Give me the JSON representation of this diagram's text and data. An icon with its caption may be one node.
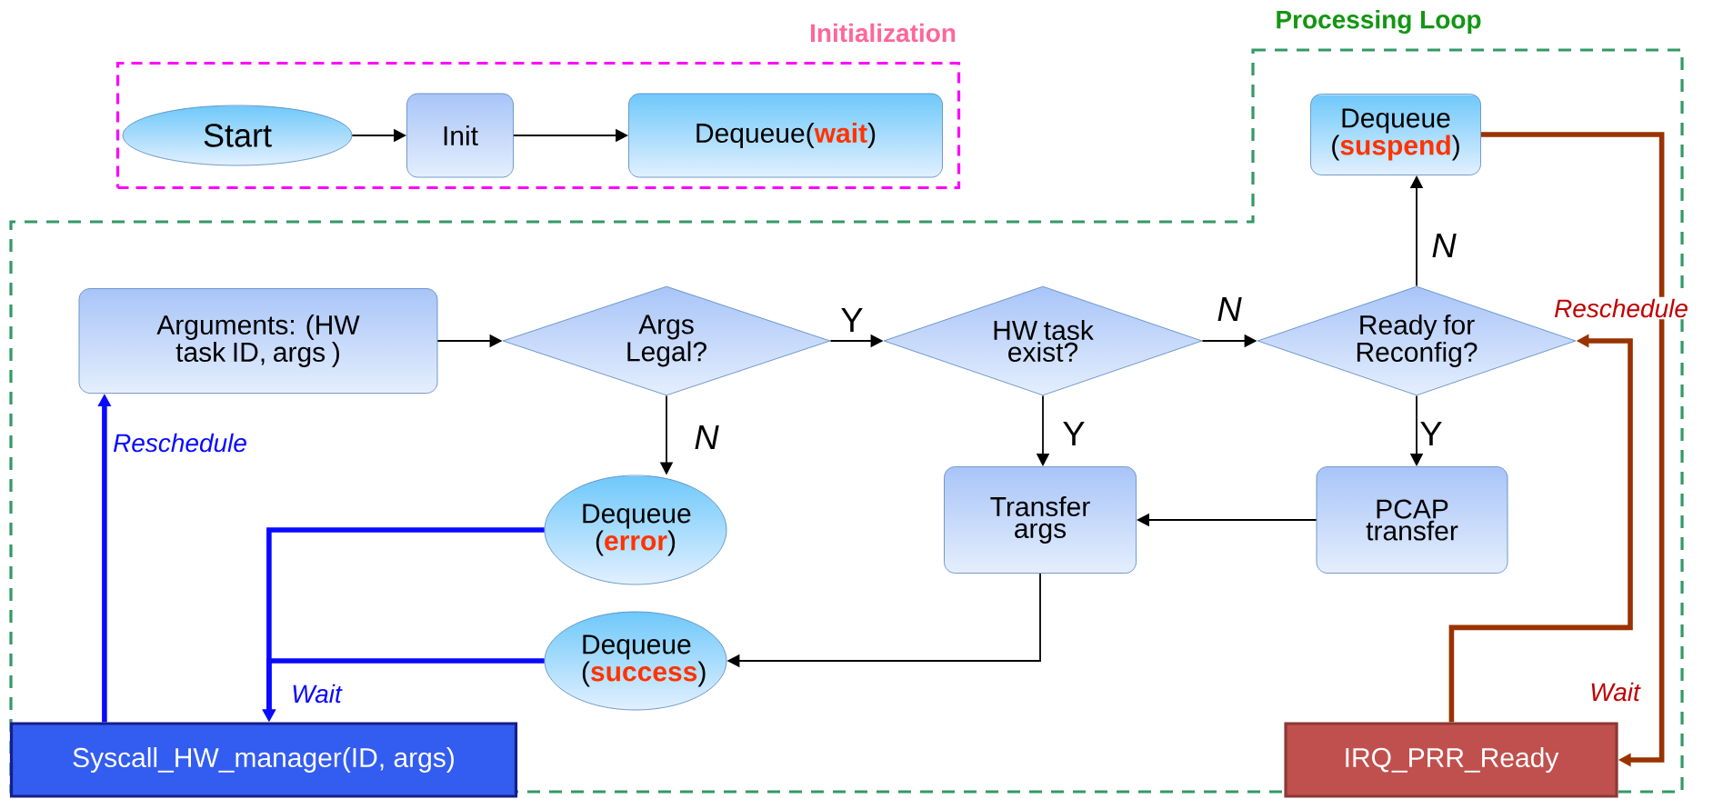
{
  "diagram": {
    "nodes": [
      {
        "text": [
          "Initialization"
        ]
      },
      {
        "text": [
          "Start"
        ],
        "in": 0
      },
      {
        "text": [
          "Init"
        ],
        "in": 0
      },
      {
        "text": [
          "Dequeue(**wait**)"
        ],
        "in": 0
      },
      {
        "text": [
          "Processing Loop"
        ]
      },
      {
        "text": [
          "Dequeue (**suspend**)"
        ],
        "in": 4
      },
      {
        "text": [
          "Arguments: (HW task ID, args )"
        ],
        "in": 4
      },
      {
        "text": [
          "Args Legal?"
        ],
        "in": 4
      },
      {
        "text": [
          "HW task exist?"
        ],
        "in": 4
      },
      {
        "text": [
          "Ready for Reconfig?"
        ],
        "in": 4
      },
      {
        "text": [
          "Dequeue (**error**)"
        ],
        "in": 4
      },
      {
        "text": [
          "Transfer args"
        ],
        "in": 4
      },
      {
        "text": [
          "PCAP transfer"
        ],
        "in": 4
      },
      {
        "text": [
          "Dequeue (**success**)"
        ],
        "in": 4
      },
      {
        "text": [
          "Syscall_HW_manager(ID, args)"
        ],
        "in": 4
      },
      {
        "text": [
          "IRQ_PRR_Ready"
        ],
        "in": 4
      }
    ],
    "edges": [
      {
        "from": 1,
        "to": 2,
        "arrow": "to"
      },
      {
        "from": 2,
        "to": 3,
        "arrow": "to"
      },
      {
        "from": 6,
        "to": 7,
        "arrow": "to"
      },
      {
        "from": 7,
        "to": 8,
        "arrow": "to",
        "label": "Y"
      },
      {
        "from": 8,
        "to": 9,
        "arrow": "to",
        "label": "N"
      },
      {
        "from": 9,
        "to": 5,
        "arrow": "to",
        "label": "N"
      },
      {
        "from": 7,
        "to": 10,
        "arrow": "to",
        "label": "N"
      },
      {
        "from": 8,
        "to": 11,
        "arrow": "to",
        "label": "Y"
      },
      {
        "from": 9,
        "to": 12,
        "arrow": "to",
        "label": "Y"
      },
      {
        "from": 12,
        "to": 11,
        "arrow": "to"
      },
      {
        "from": 11,
        "to": 13,
        "arrow": "to"
      },
      {
        "from": 10,
        "to": 14,
        "arrow": "to",
        "style": "thick",
        "color": "#0a0aff"
      },
      {
        "from": 13,
        "to": 14,
        "arrow": "to",
        "style": "thick",
        "color": "#0a0aff",
        "label": "Wait"
      },
      {
        "from": 14,
        "to": 6,
        "arrow": "to",
        "style": "thick",
        "color": "#0a0aff",
        "label": "Reschedule"
      },
      {
        "from": 5,
        "to": 15,
        "arrow": "to",
        "style": "thick",
        "color": "#993300",
        "label": "Wait"
      },
      {
        "from": 15,
        "to": 9,
        "arrow": "to",
        "style": "thick",
        "color": "#993300",
        "label": "Reschedule"
      }
    ]
  }
}
